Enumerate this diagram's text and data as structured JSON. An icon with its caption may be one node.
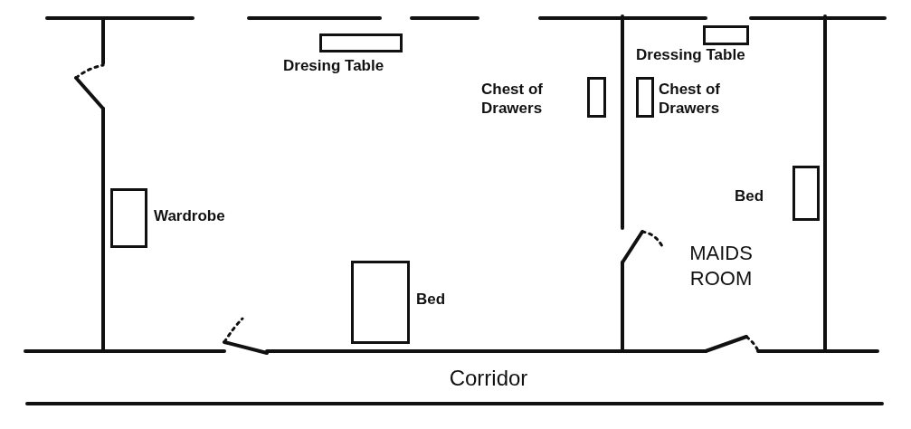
{
  "diagram": {
    "nodes": [
      {
        "text": [],
        "shape": "box",
        "beside": [
          "Dresing Table"
        ]
      },
      {
        "text": [],
        "shape": "box",
        "beside": [
          "Dressing Table"
        ]
      },
      {
        "text": [],
        "shape": "box",
        "beside": [
          "Chest of Drawers"
        ]
      },
      {
        "text": [],
        "shape": "box",
        "beside": [
          "Chest of Drawers"
        ]
      },
      {
        "text": [],
        "shape": "box",
        "beside": [
          "Bed"
        ]
      },
      {
        "text": [],
        "shape": "box",
        "beside": [
          "Wardrobe"
        ]
      },
      {
        "text": [],
        "shape": "box",
        "beside": [
          "Bed"
        ]
      }
    ],
    "labels": [
      "MAIDS ROOM",
      "Corridor"
    ]
  }
}
